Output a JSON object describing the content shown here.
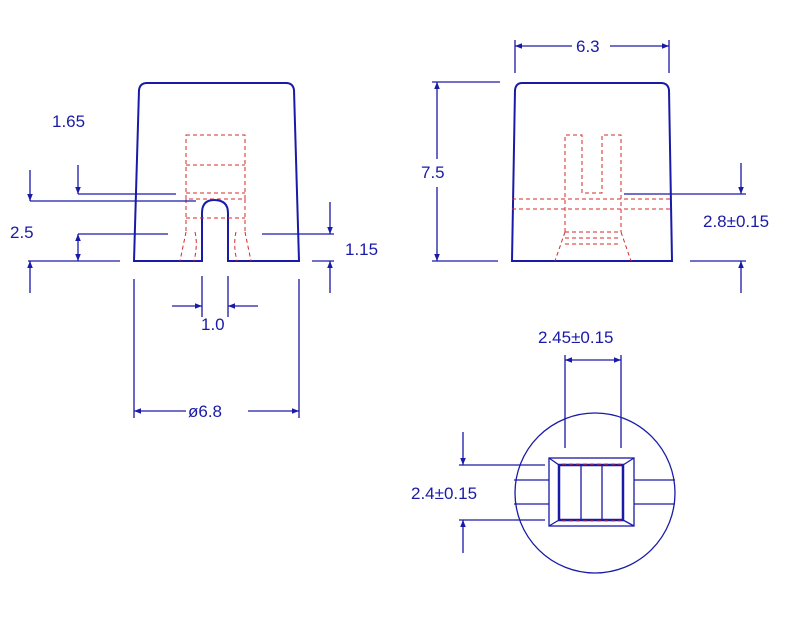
{
  "colors": {
    "outline": "#1a1aa8",
    "hidden_line": "#d42a2a",
    "background": "#ffffff"
  },
  "dimensions": {
    "front_view": {
      "d_1_65": "1.65",
      "d_2_5": "2.5",
      "d_1_15": "1.15",
      "d_1_0": "1.0",
      "d_diameter": "ø6.8"
    },
    "side_view": {
      "d_6_3": "6.3",
      "d_7_5": "7.5",
      "d_2_8": "2.8±0.15"
    },
    "bottom_view": {
      "d_2_45": "2.45±0.15",
      "d_2_4": "2.4±0.15"
    }
  }
}
